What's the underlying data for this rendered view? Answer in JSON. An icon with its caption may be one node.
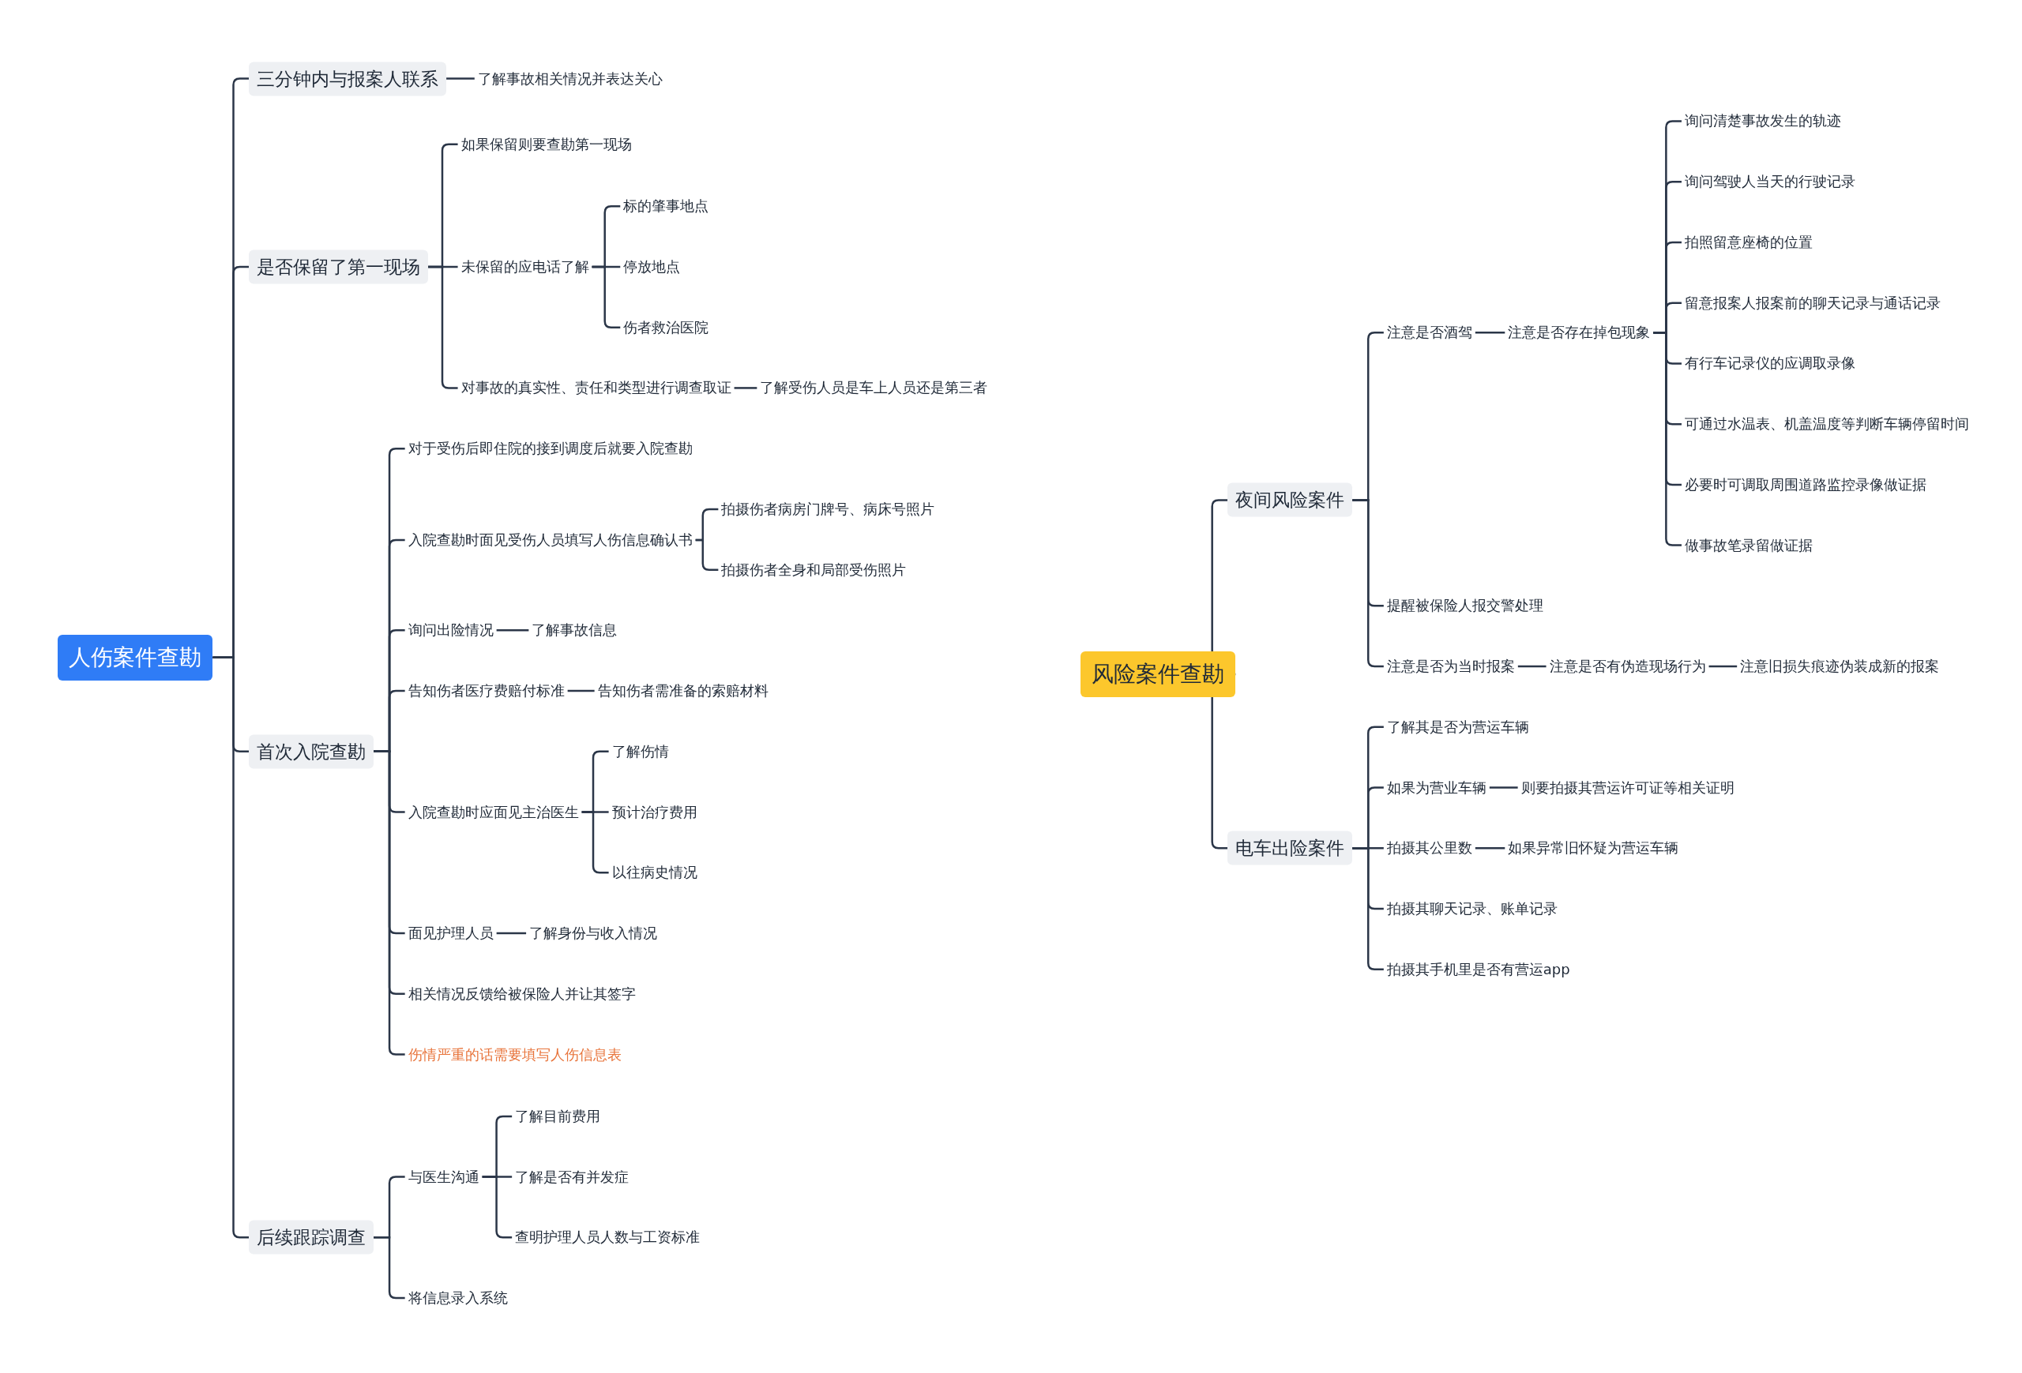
{
  "diagram": {
    "nodes": [
      {
        "text": [
          "人伤案件查勘"
        ]
      },
      {
        "text": [
          "三分钟内与报案人联系"
        ]
      },
      {
        "text": [
          "了解事故相关情况并表达关心"
        ]
      },
      {
        "text": [
          "是否保留了第一现场"
        ]
      },
      {
        "text": [
          "如果保留则要查勘第一现场"
        ]
      },
      {
        "text": [
          "未保留的应电话了解"
        ]
      },
      {
        "text": [
          "标的肇事地点"
        ]
      },
      {
        "text": [
          "停放地点"
        ]
      },
      {
        "text": [
          "伤者救治医院"
        ]
      },
      {
        "text": [
          "对事故的真实性、责任和类型进行调查取证"
        ]
      },
      {
        "text": [
          "了解受伤人员是车上人员还是第三者"
        ]
      },
      {
        "text": [
          "首次入院查勘"
        ]
      },
      {
        "text": [
          "对于受伤后即住院的接到调度后就要入院查勘"
        ]
      },
      {
        "text": [
          "入院查勘时面见受伤人员填写人伤信息确认书"
        ]
      },
      {
        "text": [
          "拍摄伤者病房门牌号、病床号照片"
        ]
      },
      {
        "text": [
          "拍摄伤者全身和局部受伤照片"
        ]
      },
      {
        "text": [
          "询问出险情况"
        ]
      },
      {
        "text": [
          "了解事故信息"
        ]
      },
      {
        "text": [
          "告知伤者医疗费赔付标准"
        ]
      },
      {
        "text": [
          "告知伤者需准备的索赔材料"
        ]
      },
      {
        "text": [
          "入院查勘时应面见主治医生"
        ]
      },
      {
        "text": [
          "了解伤情"
        ]
      },
      {
        "text": [
          "预计治疗费用"
        ]
      },
      {
        "text": [
          "以往病史情况"
        ]
      },
      {
        "text": [
          "面见护理人员"
        ]
      },
      {
        "text": [
          "了解身份与收入情况"
        ]
      },
      {
        "text": [
          "相关情况反馈给被保险人并让其签字"
        ]
      },
      {
        "text": [
          "伤情严重的话需要填写人伤信息表"
        ]
      },
      {
        "text": [
          "后续跟踪调查"
        ]
      },
      {
        "text": [
          "与医生沟通"
        ]
      },
      {
        "text": [
          "了解目前费用"
        ]
      },
      {
        "text": [
          "了解是否有并发症"
        ]
      },
      {
        "text": [
          "查明护理人员人数与工资标准"
        ]
      },
      {
        "text": [
          "将信息录入系统"
        ]
      },
      {
        "text": [
          "风险案件查勘"
        ]
      },
      {
        "text": [
          "夜间风险案件"
        ]
      },
      {
        "text": [
          "注意是否酒驾"
        ]
      },
      {
        "text": [
          "注意是否存在掉包现象"
        ]
      },
      {
        "text": [
          "询问清楚事故发生的轨迹"
        ]
      },
      {
        "text": [
          "询问驾驶人当天的行驶记录"
        ]
      },
      {
        "text": [
          "拍照留意座椅的位置"
        ]
      },
      {
        "text": [
          "留意报案人报案前的聊天记录与通话记录"
        ]
      },
      {
        "text": [
          "有行车记录仪的应调取录像"
        ]
      },
      {
        "text": [
          "可通过水温表、机盖温度等判断车辆停留时间"
        ]
      },
      {
        "text": [
          "必要时可调取周围道路监控录像做证据"
        ]
      },
      {
        "text": [
          "做事故笔录留做证据"
        ]
      },
      {
        "text": [
          "提醒被保险人报交警处理"
        ]
      },
      {
        "text": [
          "注意是否为当时报案"
        ]
      },
      {
        "text": [
          "注意是否有伪造现场行为"
        ]
      },
      {
        "text": [
          "注意旧损失痕迹伪装成新的报案"
        ]
      },
      {
        "text": [
          "电车出险案件"
        ]
      },
      {
        "text": [
          "了解其是否为营运车辆"
        ]
      },
      {
        "text": [
          "如果为营业车辆"
        ]
      },
      {
        "text": [
          "则要拍摄其营运许可证等相关证明"
        ]
      },
      {
        "text": [
          "拍摄其公里数"
        ]
      },
      {
        "text": [
          "如果异常旧怀疑为营运车辆"
        ]
      },
      {
        "text": [
          "拍摄其聊天记录、账单记录"
        ]
      },
      {
        "text": [
          "拍摄其手机里是否有营运app"
        ]
      }
    ],
    "edges": [
      {
        "from": 0,
        "to": 1,
        "arrow": "none"
      },
      {
        "from": 1,
        "to": 2,
        "arrow": "none"
      },
      {
        "from": 0,
        "to": 3,
        "arrow": "none"
      },
      {
        "from": 3,
        "to": 4,
        "arrow": "none"
      },
      {
        "from": 3,
        "to": 5,
        "arrow": "none"
      },
      {
        "from": 5,
        "to": 6,
        "arrow": "none"
      },
      {
        "from": 5,
        "to": 7,
        "arrow": "none"
      },
      {
        "from": 5,
        "to": 8,
        "arrow": "none"
      },
      {
        "from": 3,
        "to": 9,
        "arrow": "none"
      },
      {
        "from": 9,
        "to": 10,
        "arrow": "none"
      },
      {
        "from": 0,
        "to": 11,
        "arrow": "none"
      },
      {
        "from": 11,
        "to": 12,
        "arrow": "none"
      },
      {
        "from": 11,
        "to": 13,
        "arrow": "none"
      },
      {
        "from": 13,
        "to": 14,
        "arrow": "none"
      },
      {
        "from": 13,
        "to": 15,
        "arrow": "none"
      },
      {
        "from": 11,
        "to": 16,
        "arrow": "none"
      },
      {
        "from": 16,
        "to": 17,
        "arrow": "none"
      },
      {
        "from": 11,
        "to": 18,
        "arrow": "none"
      },
      {
        "from": 18,
        "to": 19,
        "arrow": "none"
      },
      {
        "from": 11,
        "to": 20,
        "arrow": "none"
      },
      {
        "from": 20,
        "to": 21,
        "arrow": "none"
      },
      {
        "from": 20,
        "to": 22,
        "arrow": "none"
      },
      {
        "from": 20,
        "to": 23,
        "arrow": "none"
      },
      {
        "from": 11,
        "to": 24,
        "arrow": "none"
      },
      {
        "from": 24,
        "to": 25,
        "arrow": "none"
      },
      {
        "from": 11,
        "to": 26,
        "arrow": "none"
      },
      {
        "from": 11,
        "to": 27,
        "arrow": "none"
      },
      {
        "from": 0,
        "to": 28,
        "arrow": "none"
      },
      {
        "from": 28,
        "to": 29,
        "arrow": "none"
      },
      {
        "from": 29,
        "to": 30,
        "arrow": "none"
      },
      {
        "from": 29,
        "to": 31,
        "arrow": "none"
      },
      {
        "from": 29,
        "to": 32,
        "arrow": "none"
      },
      {
        "from": 28,
        "to": 33,
        "arrow": "none"
      },
      {
        "from": 34,
        "to": 35,
        "arrow": "none"
      },
      {
        "from": 35,
        "to": 36,
        "arrow": "none"
      },
      {
        "from": 36,
        "to": 37,
        "arrow": "none"
      },
      {
        "from": 37,
        "to": 38,
        "arrow": "none"
      },
      {
        "from": 37,
        "to": 39,
        "arrow": "none"
      },
      {
        "from": 37,
        "to": 40,
        "arrow": "none"
      },
      {
        "from": 37,
        "to": 41,
        "arrow": "none"
      },
      {
        "from": 37,
        "to": 42,
        "arrow": "none"
      },
      {
        "from": 37,
        "to": 43,
        "arrow": "none"
      },
      {
        "from": 37,
        "to": 44,
        "arrow": "none"
      },
      {
        "from": 37,
        "to": 45,
        "arrow": "none"
      },
      {
        "from": 35,
        "to": 46,
        "arrow": "none"
      },
      {
        "from": 35,
        "to": 47,
        "arrow": "none"
      },
      {
        "from": 47,
        "to": 48,
        "arrow": "none"
      },
      {
        "from": 48,
        "to": 49,
        "arrow": "none"
      },
      {
        "from": 34,
        "to": 50,
        "arrow": "none"
      },
      {
        "from": 50,
        "to": 51,
        "arrow": "none"
      },
      {
        "from": 50,
        "to": 52,
        "arrow": "none"
      },
      {
        "from": 52,
        "to": 53,
        "arrow": "none"
      },
      {
        "from": 50,
        "to": 54,
        "arrow": "none"
      },
      {
        "from": 54,
        "to": 55,
        "arrow": "none"
      },
      {
        "from": 50,
        "to": 56,
        "arrow": "none"
      },
      {
        "from": 50,
        "to": 57,
        "arrow": "none"
      }
    ]
  }
}
